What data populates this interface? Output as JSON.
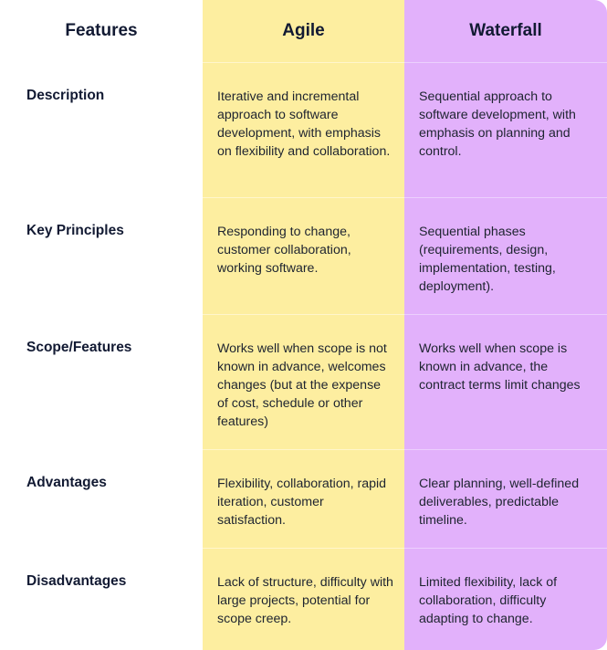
{
  "colors": {
    "agile_bg": "#fdeea0",
    "waterfall_bg": "#e2b1fb",
    "text": "#1e2430",
    "heading": "#121a33"
  },
  "headers": {
    "features": "Features",
    "agile": "Agile",
    "waterfall": "Waterfall"
  },
  "rows": [
    {
      "label": "Description",
      "agile": "Iterative and incremental approach to software development, with emphasis on flexibility and collaboration.",
      "waterfall": "Sequential approach to software development, with emphasis on planning and control."
    },
    {
      "label": "Key Principles",
      "agile": "Responding to change, customer collaboration, working software.",
      "waterfall": "Sequential phases (requirements, design, implementation, testing, deployment)."
    },
    {
      "label": "Scope/Features",
      "agile": "Works well when scope is not known in advance, welcomes changes (but at the expense of cost, schedule or other features)",
      "waterfall": "Works well when scope is known in advance, the contract terms limit changes"
    },
    {
      "label": "Advantages",
      "agile": "Flexibility, collaboration, rapid iteration, customer satisfaction.",
      "waterfall": "Clear planning, well-defined deliverables, predictable timeline."
    },
    {
      "label": "Disadvantages",
      "agile": "Lack of structure, difficulty with large projects, potential for scope creep.",
      "waterfall": "Limited flexibility, lack of collaboration, difficulty adapting to change."
    }
  ]
}
